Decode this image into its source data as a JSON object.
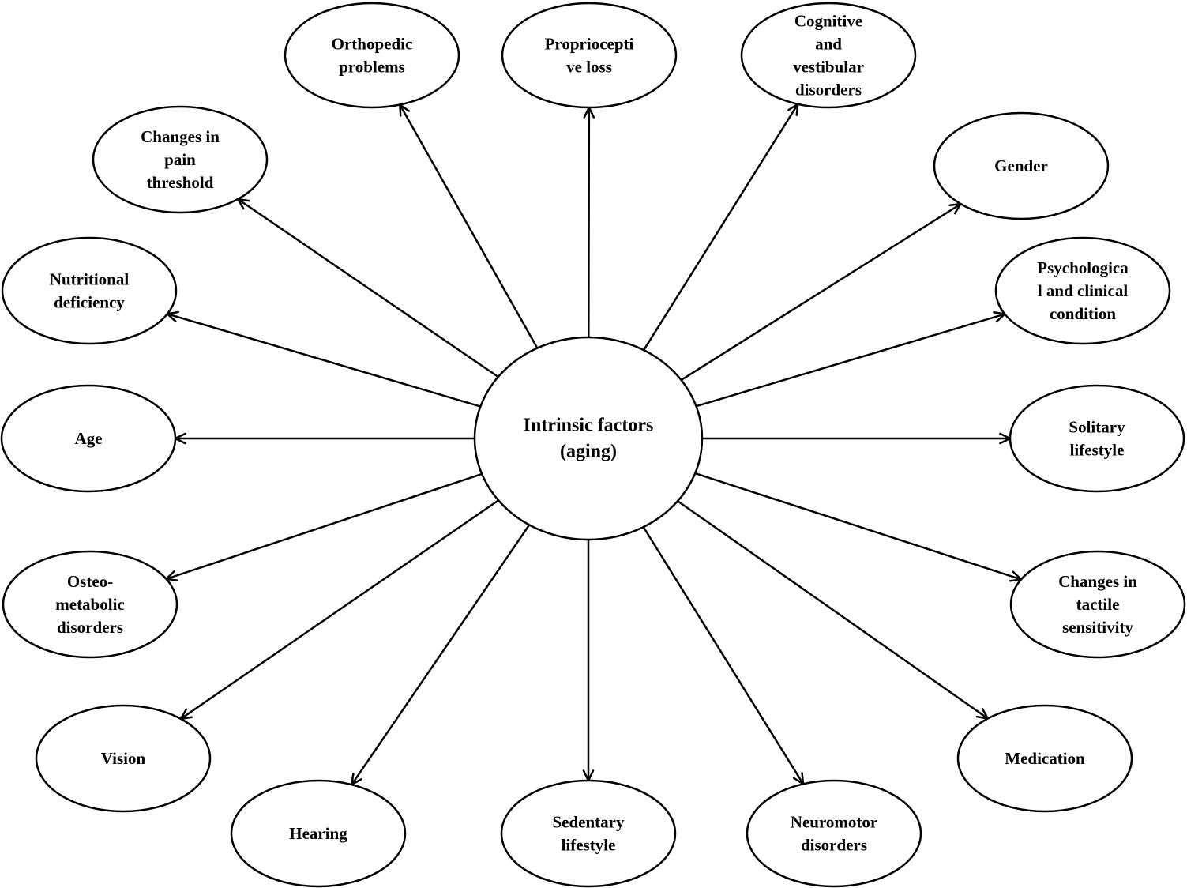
{
  "diagram": {
    "center": {
      "id": "intrinsic",
      "label_lines": [
        "Intrinsic factors",
        "(aging)"
      ]
    },
    "nodes": [
      {
        "id": "orthopedic",
        "label_lines": [
          "Orthopedic",
          "problems"
        ]
      },
      {
        "id": "proprioceptive",
        "label_lines": [
          "Propriocepti",
          "ve loss"
        ]
      },
      {
        "id": "cognitive",
        "label_lines": [
          "Cognitive",
          "and",
          "vestibular",
          "disorders"
        ]
      },
      {
        "id": "gender",
        "label_lines": [
          "Gender"
        ]
      },
      {
        "id": "psychological",
        "label_lines": [
          "Psychologica",
          "l and clinical",
          "condition"
        ]
      },
      {
        "id": "solitary",
        "label_lines": [
          "Solitary",
          "lifestyle"
        ]
      },
      {
        "id": "tactile",
        "label_lines": [
          "Changes in",
          "tactile",
          "sensitivity"
        ]
      },
      {
        "id": "medication",
        "label_lines": [
          "Medication"
        ]
      },
      {
        "id": "neuromotor",
        "label_lines": [
          "Neuromotor",
          "disorders"
        ]
      },
      {
        "id": "sedentary",
        "label_lines": [
          "Sedentary",
          "lifestyle"
        ]
      },
      {
        "id": "hearing",
        "label_lines": [
          "Hearing"
        ]
      },
      {
        "id": "vision",
        "label_lines": [
          "Vision"
        ]
      },
      {
        "id": "osteo",
        "label_lines": [
          "Osteo-",
          "metabolic",
          "disorders"
        ]
      },
      {
        "id": "age",
        "label_lines": [
          "Age"
        ]
      },
      {
        "id": "nutritional",
        "label_lines": [
          "Nutritional",
          "deficiency"
        ]
      },
      {
        "id": "pain",
        "label_lines": [
          "Changes in",
          "pain",
          "threshold"
        ]
      }
    ],
    "edges_direction": "from-center-to-node"
  }
}
